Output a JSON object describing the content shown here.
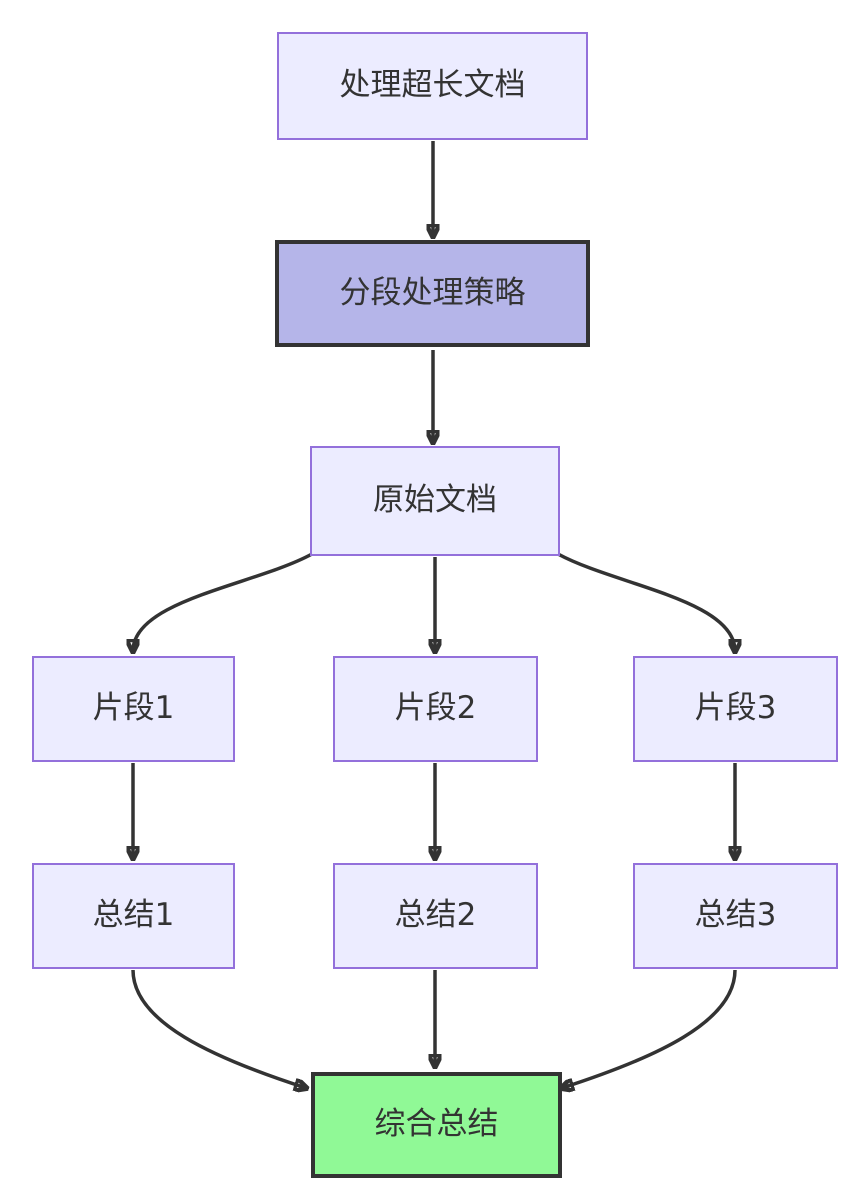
{
  "diagram": {
    "type": "flowchart",
    "direction": "top-down",
    "background": "#ffffff",
    "colors": {
      "edge": "#333333",
      "text": "#333333"
    },
    "styles": {
      "default": {
        "fill": "#ECECFF",
        "border": "#9370DB",
        "border_width": 2
      },
      "highlight": {
        "fill": "#B5B5E9",
        "border": "#333333",
        "border_width": 4
      },
      "success": {
        "fill": "#90F996",
        "border": "#333333",
        "border_width": 4
      }
    },
    "nodes": {
      "start": {
        "label": "处理超长文档",
        "style": "default"
      },
      "strategy": {
        "label": "分段处理策略",
        "style": "highlight"
      },
      "doc": {
        "label": "原始文档",
        "style": "default"
      },
      "seg1": {
        "label": "片段1",
        "style": "default"
      },
      "seg2": {
        "label": "片段2",
        "style": "default"
      },
      "seg3": {
        "label": "片段3",
        "style": "default"
      },
      "sum1": {
        "label": "总结1",
        "style": "default"
      },
      "sum2": {
        "label": "总结2",
        "style": "default"
      },
      "sum3": {
        "label": "总结3",
        "style": "default"
      },
      "final": {
        "label": "综合总结",
        "style": "success"
      }
    },
    "edges": [
      {
        "from": "start",
        "to": "strategy"
      },
      {
        "from": "strategy",
        "to": "doc"
      },
      {
        "from": "doc",
        "to": "seg1"
      },
      {
        "from": "doc",
        "to": "seg2"
      },
      {
        "from": "doc",
        "to": "seg3"
      },
      {
        "from": "seg1",
        "to": "sum1"
      },
      {
        "from": "seg2",
        "to": "sum2"
      },
      {
        "from": "seg3",
        "to": "sum3"
      },
      {
        "from": "sum1",
        "to": "final"
      },
      {
        "from": "sum2",
        "to": "final"
      },
      {
        "from": "sum3",
        "to": "final"
      }
    ]
  }
}
